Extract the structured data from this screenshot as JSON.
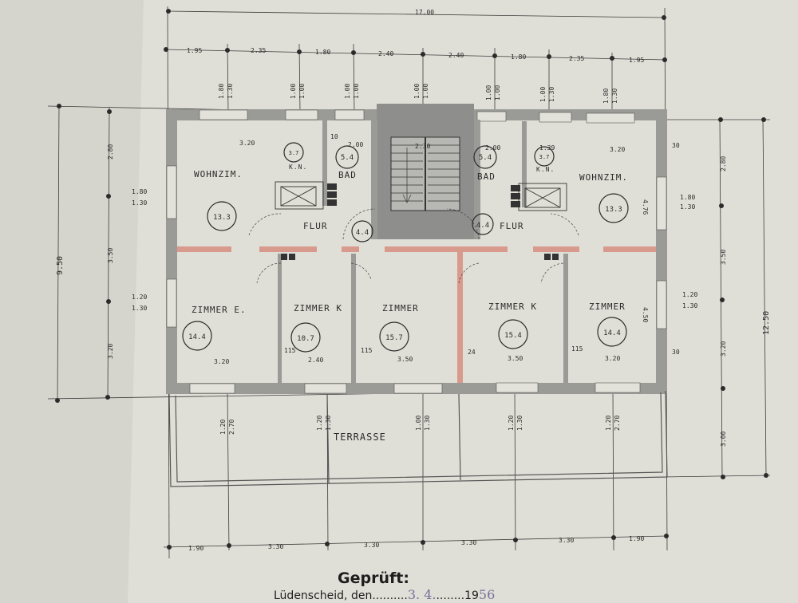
{
  "plan": {
    "overall_width": "17.00",
    "overall_height": "12.50",
    "depth_left": "9.50",
    "top_dims": [
      "1.95",
      "2.35",
      "1.80",
      "2.40",
      "2.40",
      "1.80",
      "2.35",
      "1.95"
    ],
    "bottom_dims": [
      "1.90",
      "3.30",
      "3.30",
      "3.30",
      "3.30",
      "1.90"
    ],
    "opening_pairs_top": [
      [
        "1.80",
        "1.30"
      ],
      [
        "1.00",
        "1.00"
      ],
      [
        "1.00",
        "1.00"
      ],
      [
        "1.00",
        "1.00"
      ],
      [
        "1.00",
        "1.00"
      ],
      [
        "1.00",
        "1.30"
      ],
      [
        "1.80",
        "1.30"
      ]
    ],
    "left_dims": [
      "2.80",
      "3.50",
      "3.20"
    ],
    "right_dims": [
      "2.80",
      "3.50",
      "3.20",
      "3.00"
    ],
    "left_openings": [
      [
        "1.80",
        "1.30"
      ],
      [
        "1.20",
        "1.30"
      ]
    ],
    "right_openings": [
      [
        "1.80",
        "1.30"
      ],
      [
        "1.20",
        "1.30"
      ]
    ],
    "terrace_openings": [
      [
        "1.20",
        "2.70"
      ],
      [
        "1.20",
        "1.30"
      ],
      [
        "1.00",
        "1.30"
      ],
      [
        "1.20",
        "1.30"
      ],
      [
        "1.20",
        "2.70"
      ]
    ],
    "rooms": {
      "wohn_left": {
        "name": "WOHNZIM.",
        "area": "13.3"
      },
      "kn_left": {
        "name": "K.N.",
        "area": "3.7"
      },
      "bad_left": {
        "name": "BAD",
        "area": "5.4"
      },
      "flur_left": {
        "name": "FLUR",
        "area": "4.4"
      },
      "bad_right": {
        "name": "BAD",
        "area": "5.4"
      },
      "kn_right": {
        "name": "K.N.",
        "area": "3.7"
      },
      "flur_right": {
        "name": "FLUR",
        "area": "4.4"
      },
      "wohn_right": {
        "name": "WOHNZIM.",
        "area": "13.3"
      },
      "zimmer_e": {
        "name": "ZIMMER E.",
        "area": "14.4"
      },
      "zimmer_k1": {
        "name": "ZIMMER K",
        "area": "10.7"
      },
      "zimmer_mid": {
        "name": "ZIMMER",
        "area": "15.7"
      },
      "zimmer_k2": {
        "name": "ZIMMER K",
        "area": "15.4"
      },
      "zimmer_r": {
        "name": "ZIMMER",
        "area": "14.4"
      },
      "terrasse": {
        "name": "TERRASSE"
      }
    },
    "inner_dims": {
      "top_left_320": "3.20",
      "top_left_200": "2.00",
      "stair_230": "2.30",
      "top_right_200": "2.00",
      "top_right_139": "1.39",
      "top_right_320": "3.20",
      "bot_320a": "3.20",
      "bot_240": "2.40",
      "bot_350a": "3.50",
      "bot_350b": "3.50",
      "bot_320b": "3.20",
      "w_115": "115",
      "w_10": "10",
      "w_24": "24",
      "w_30": "30",
      "r_476": "4.76",
      "r_450": "4.50"
    }
  },
  "stamp": {
    "title": "Geprüft:",
    "place": "Lüdenscheid, den",
    "dots1": "..........",
    "date_hand": "3. 4.",
    "dots2": "........",
    "year_prefix": "19",
    "year_hand": "56"
  },
  "colors": {
    "paper": "#d6d5cd",
    "sheet": "#e3e2da",
    "ink": "#2b2b2b",
    "wall_grey": "#9a9a96",
    "wall_red": "#d89a8c",
    "stair_grey": "#8e8e8c"
  }
}
